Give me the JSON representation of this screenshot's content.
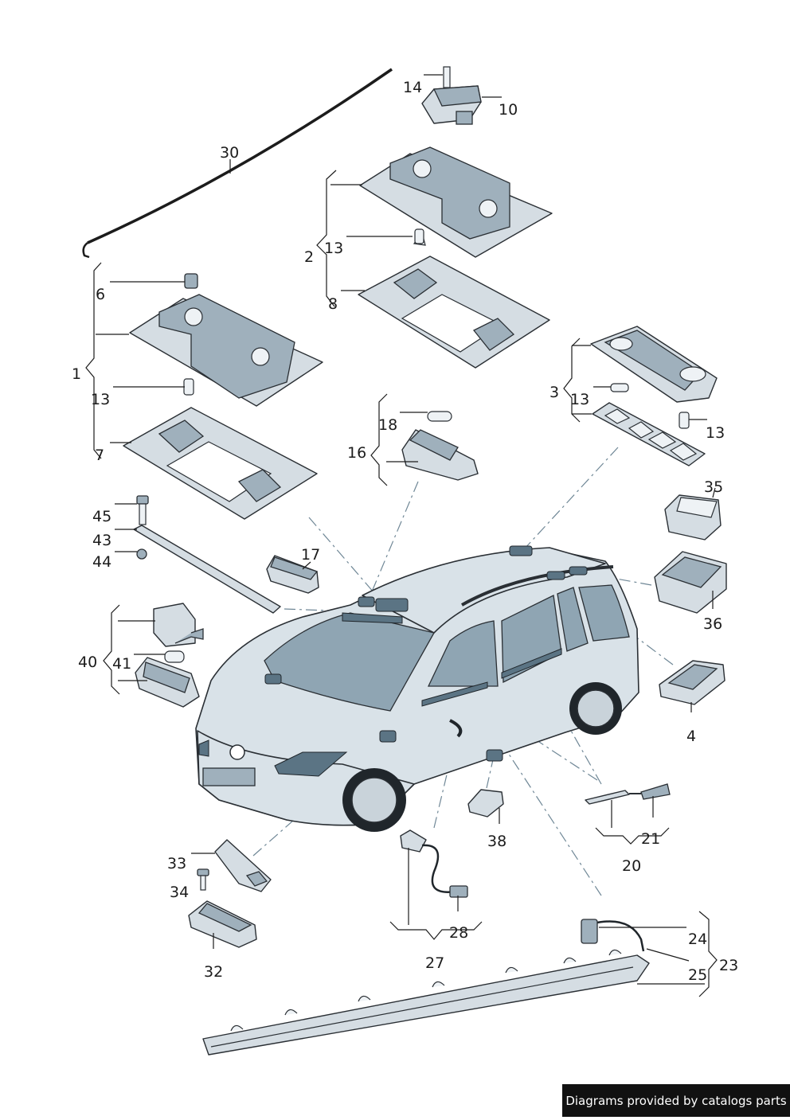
{
  "callouts": {
    "c1": "1",
    "c2": "2",
    "c3": "3",
    "c4": "4",
    "c6": "6",
    "c7": "7",
    "c8": "8",
    "c10": "10",
    "c13a": "13",
    "c13b": "13",
    "c13c": "13",
    "c13d": "13",
    "c14": "14",
    "c16": "16",
    "c17": "17",
    "c18": "18",
    "c20": "20",
    "c21": "21",
    "c23": "23",
    "c24": "24",
    "c25": "25",
    "c27": "27",
    "c28": "28",
    "c30": "30",
    "c32": "32",
    "c33": "33",
    "c34": "34",
    "c35": "35",
    "c36": "36",
    "c38": "38",
    "c40": "40",
    "c41": "41",
    "c43": "43",
    "c44": "44",
    "c45": "45"
  },
  "footer": {
    "credit": "Diagrams provided by catalogs parts"
  }
}
